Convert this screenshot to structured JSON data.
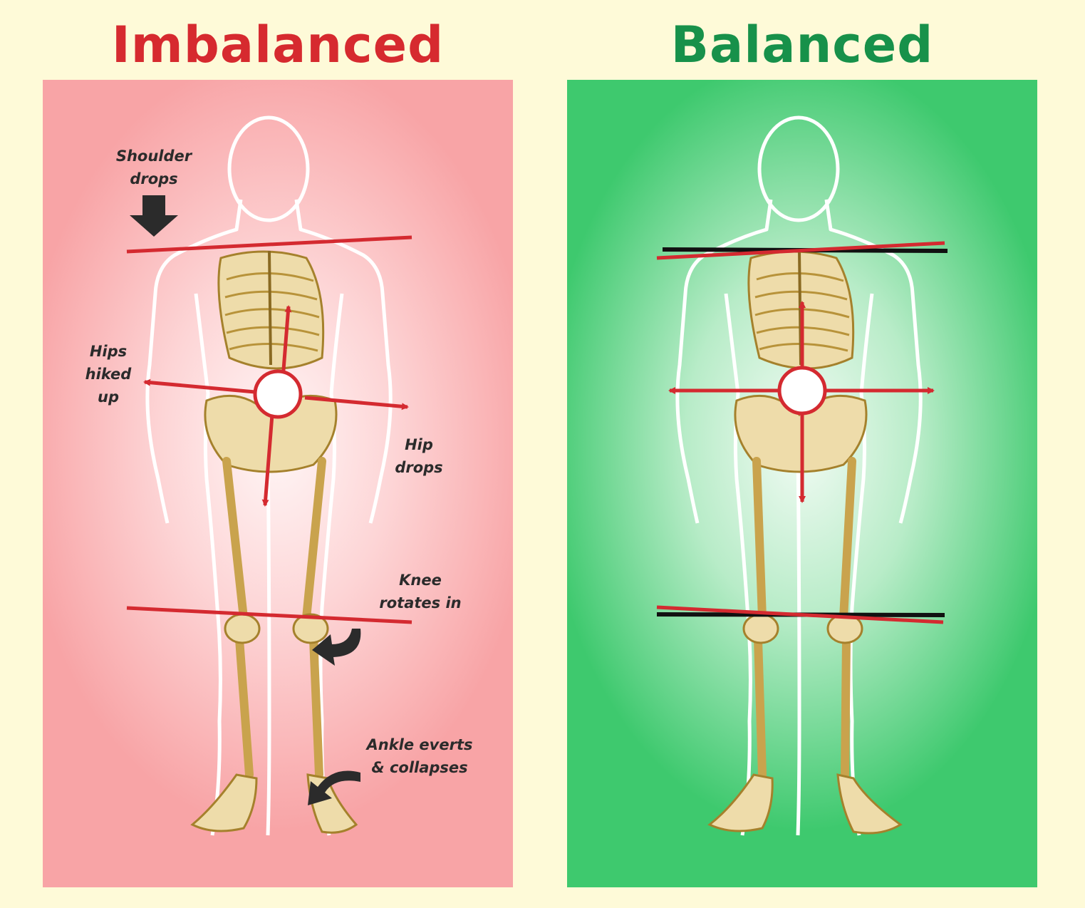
{
  "titles": {
    "left": "Imbalanced",
    "right": "Balanced"
  },
  "annotations": {
    "shoulder": "Shoulder\ndrops",
    "hips_hiked": "Hips\nhiked\nup",
    "hip_drops": "Hip\ndrops",
    "knee": "Knee\nrotates in",
    "ankle": "Ankle everts\n& collapses"
  },
  "colors": {
    "imbalanced_title": "#d62a2f",
    "balanced_title": "#17914a",
    "imbalanced_background": "#f8a4a6",
    "balanced_background": "#3ec96e",
    "alignment_line": "#d42a30",
    "reference_line": "#111111",
    "annotation_arrow": "#2b2b2b",
    "bone": "#eedcaa"
  }
}
